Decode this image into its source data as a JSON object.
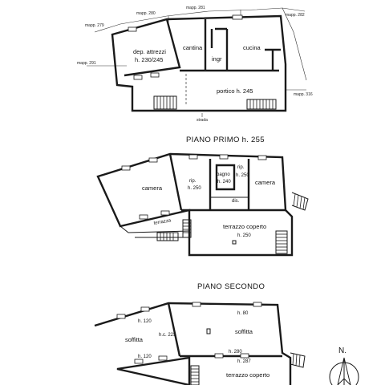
{
  "ground_floor": {
    "parcels": {
      "mapp_280": "mapp. 280",
      "mapp_281": "mapp. 281",
      "mapp_282": "mapp. 282",
      "mapp_279": "mapp. 279",
      "mapp_291": "mapp. 291",
      "mapp_316": "mapp. 316"
    },
    "rooms": {
      "dep_name": "dep. attrezzi",
      "dep_height": "h. 230/245",
      "cantina": "cantina",
      "ingr": "ingr",
      "cucina": "cucina",
      "portico": "portico h. 245"
    },
    "street": "strada"
  },
  "first_floor": {
    "title": "PIANO PRIMO h. 255",
    "rooms": {
      "camera_left": "camera",
      "rip_left": "rip.",
      "rip_left_h": "h. 250",
      "bagno": "bagno",
      "bagno_h": "h. 240",
      "rip_right": "rip.",
      "rip_right_h": "h. 250",
      "camera_right": "camera",
      "dis": "dis.",
      "terrazza": "terrazza",
      "terrazzo_coperto": "terrazzo coperto",
      "terrazzo_coperto_h": "h. 250"
    }
  },
  "second_floor": {
    "title": "PIANO SECONDO",
    "rooms": {
      "h120_top": "h. 120",
      "soffitta_left": "soffitta",
      "hc225": "h.c. 225",
      "h120_bottom": "h. 120",
      "h80": "h. 80",
      "soffitta_right": "soffitta",
      "h280": "h. 280",
      "h287": "h. 287",
      "terrazzo_coperto": "terrazzo coperto"
    }
  },
  "north_arrow": {
    "label": "N."
  }
}
